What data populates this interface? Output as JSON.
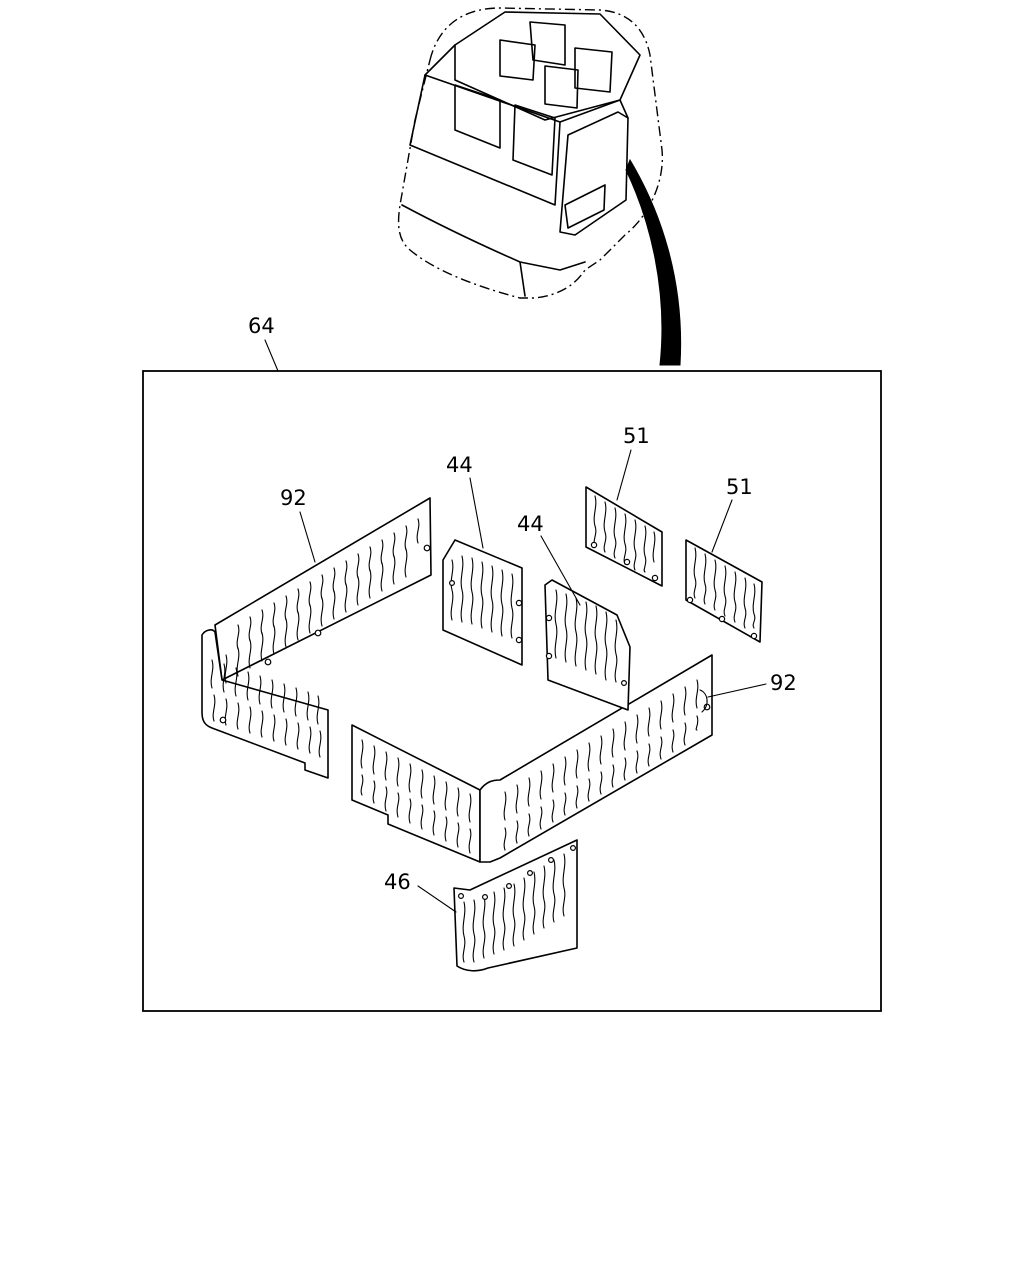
{
  "diagram": {
    "callouts": {
      "assembly": "64",
      "side_panel_left": "92",
      "side_panel_right": "92",
      "rear_panel_a": "44",
      "rear_panel_b": "44",
      "upper_panel_a": "51",
      "upper_panel_b": "51",
      "front_panel": "46"
    }
  }
}
